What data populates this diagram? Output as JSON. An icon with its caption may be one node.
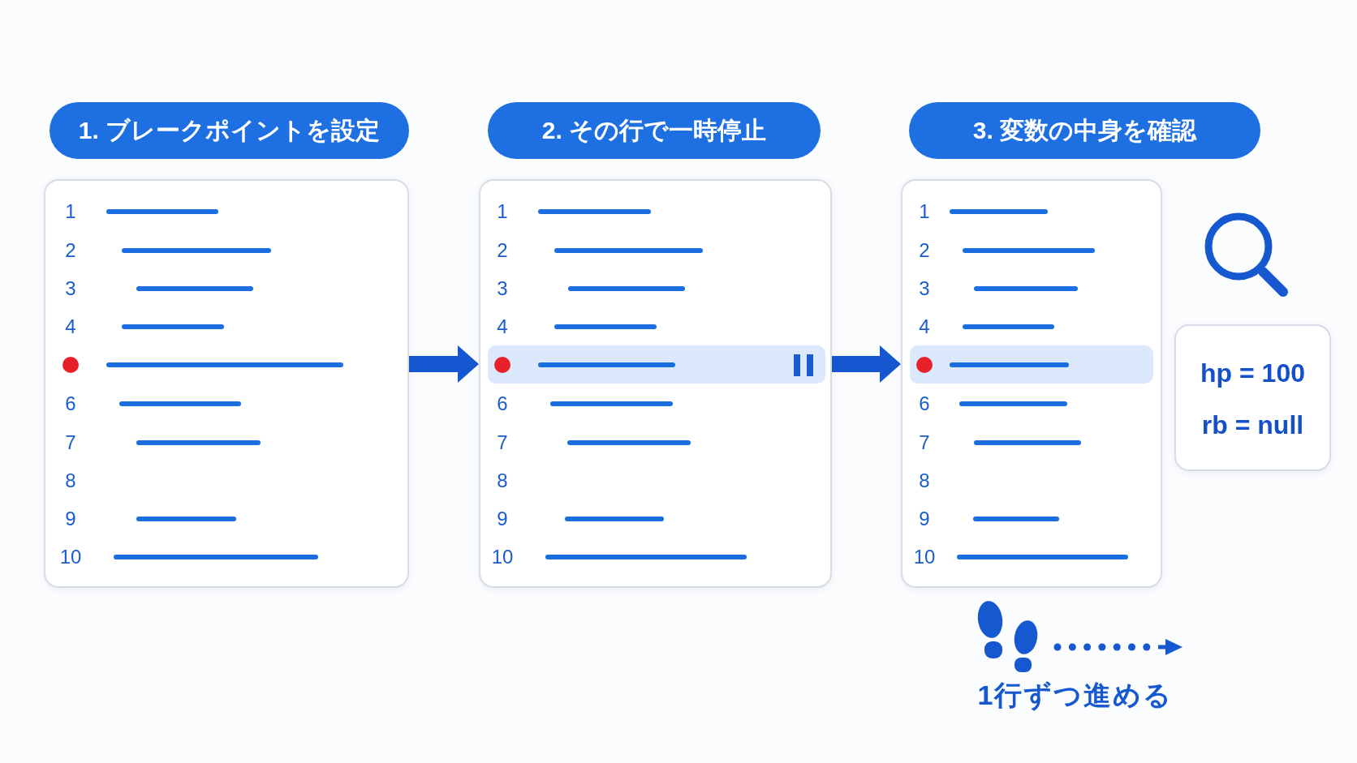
{
  "diagram": {
    "nodes": [
      {
        "text": [
          "1. ブレークポイントを設定"
        ]
      },
      {
        "text": [
          "1",
          "2",
          "3",
          "4",
          "6",
          "7",
          "8",
          "9",
          "10"
        ]
      },
      {
        "text": [
          "2. その行で一時停止"
        ]
      },
      {
        "text": [
          "1",
          "2",
          "3",
          "4",
          "6",
          "7",
          "8",
          "9",
          "10"
        ]
      },
      {
        "text": [
          "3. 変数の中身を確認"
        ]
      },
      {
        "text": [
          "1",
          "2",
          "3",
          "4",
          "6",
          "7",
          "8",
          "9",
          "10"
        ]
      },
      {
        "text": [
          "hp = 100",
          "rb = null"
        ]
      }
    ],
    "edges": [
      {
        "from": 1,
        "to": 3,
        "arrow": "to"
      },
      {
        "from": 3,
        "to": 5,
        "arrow": "to"
      }
    ],
    "labels": [
      "1行ずつ進める"
    ]
  }
}
